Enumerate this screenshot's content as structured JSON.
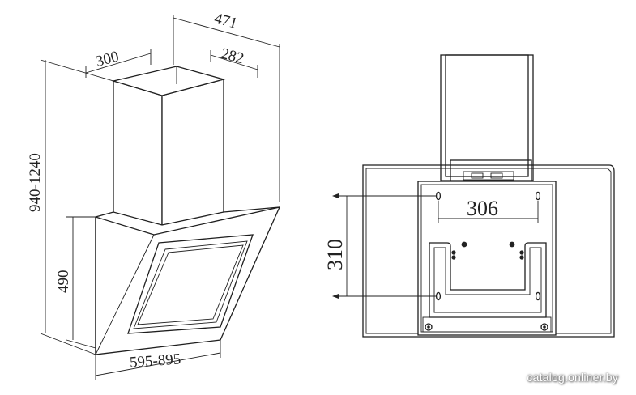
{
  "dimensions": {
    "overall_depth": "471",
    "chimney_width": "300",
    "chimney_depth": "282",
    "total_height": "940-1240",
    "hood_height": "490",
    "hood_width": "595-895",
    "mount_spacing_horizontal": "306",
    "mount_spacing_vertical": "310"
  },
  "watermark": "catalog.onliner.by"
}
